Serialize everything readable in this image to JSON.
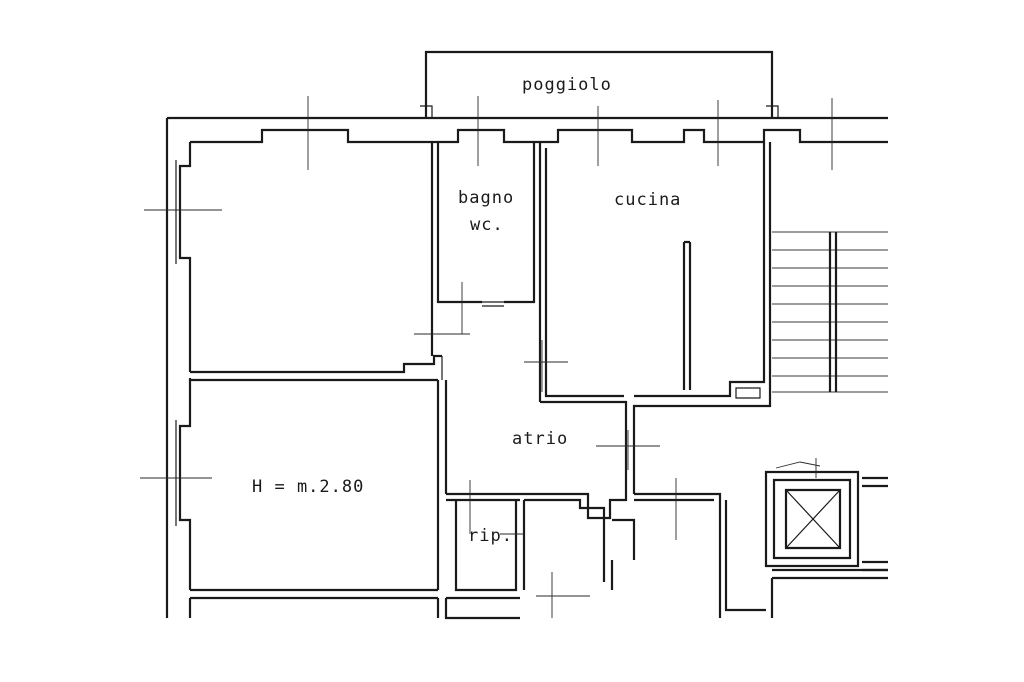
{
  "labels": {
    "balcony": "poggiolo",
    "bathroom": "bagno",
    "wc": "wc.",
    "kitchen": "cucina",
    "hall": "atrio",
    "height": "H = m.2.80",
    "storage": "rip."
  }
}
